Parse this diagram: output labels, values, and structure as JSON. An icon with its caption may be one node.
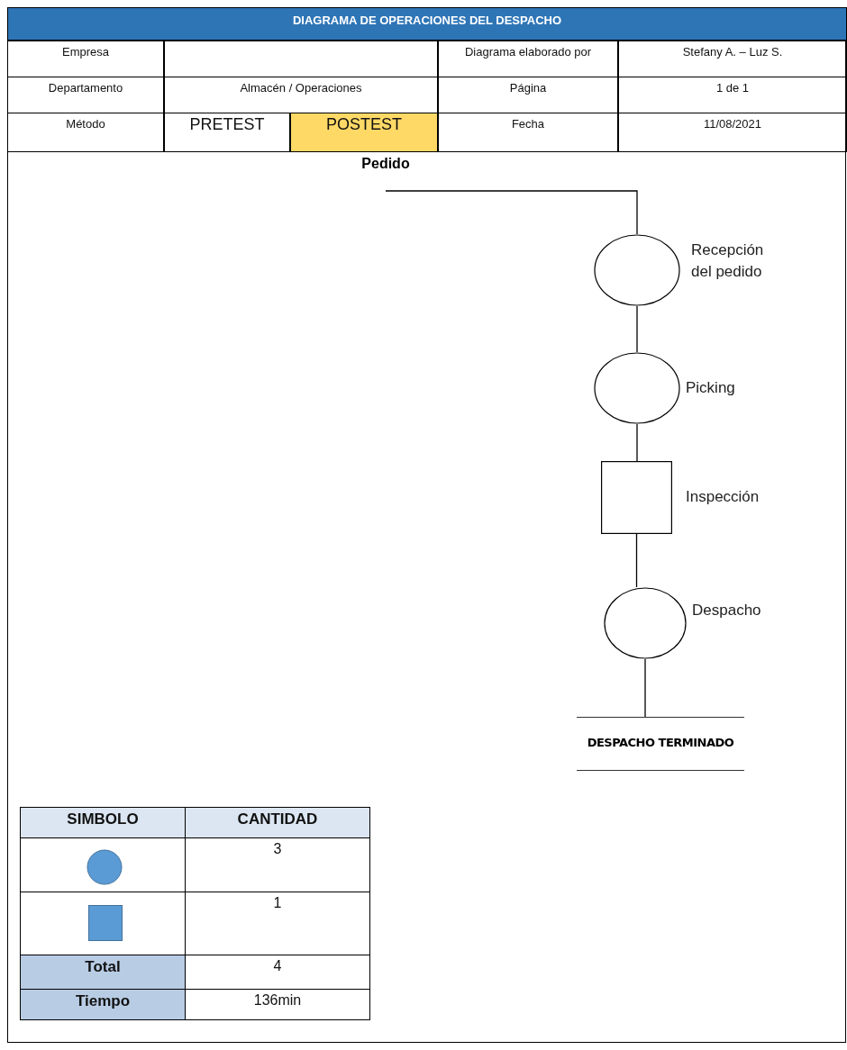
{
  "diagram": {
    "title": "DIAGRAMA DE OPERACIONES DEL DESPACHO",
    "nodes": [
      {
        "text": [
          "Pedido"
        ]
      },
      {
        "text": [],
        "shape": "circle",
        "beside": [
          "Recepción del pedido"
        ]
      },
      {
        "text": [],
        "shape": "circle",
        "beside": [
          "Picking"
        ]
      },
      {
        "text": [],
        "shape": "box",
        "beside": [
          "Inspección"
        ]
      },
      {
        "text": [],
        "shape": "circle",
        "beside": [
          "Despacho"
        ]
      },
      {
        "text": [
          "DESPACHO TERMINADO"
        ]
      }
    ],
    "edges": [
      {
        "from": 0,
        "to": 1,
        "arrow": "none"
      },
      {
        "from": 1,
        "to": 2,
        "arrow": "none"
      },
      {
        "from": 2,
        "to": 3,
        "arrow": "none"
      },
      {
        "from": 3,
        "to": 4,
        "arrow": "none"
      },
      {
        "from": 4,
        "to": 5,
        "arrow": "none"
      }
    ],
    "labels": [
      "Empresa",
      "Diagrama elaborado por",
      "Stefany A. – Luz S.",
      "Departamento",
      "Almacén / Operaciones",
      "Página",
      "1 de 1",
      "Método",
      "PRETEST",
      "POSTEST",
      "Fecha",
      "11/08/2021",
      "SIMBOLO",
      "CANTIDAD",
      "3",
      "1",
      "Total",
      "4",
      "Tiempo",
      "136min"
    ]
  }
}
